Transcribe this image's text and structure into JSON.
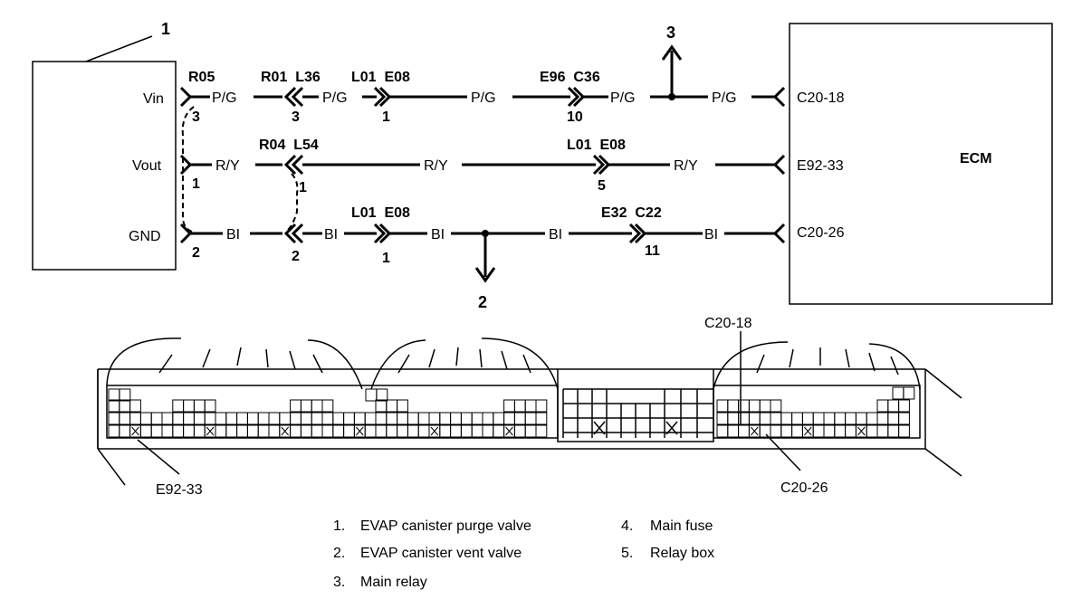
{
  "callouts": {
    "purge_valve": "1",
    "vent_valve": "2",
    "main_relay": "3"
  },
  "sensor_pins": {
    "vin": "Vin",
    "vout": "Vout",
    "gnd": "GND"
  },
  "ecm_label": "ECM",
  "wires": {
    "vin": {
      "conn1_code": "R05",
      "conn1_pin": "3",
      "conn2_codes": "R01  L36",
      "conn2_pin": "3",
      "conn3_codes": "L01  E08",
      "conn3_pin": "1",
      "conn4_codes": "E96  C36",
      "conn4_pin": "10",
      "color": "P/G",
      "ecm_terminal": "C20-18"
    },
    "vout": {
      "conn1_pin": "1",
      "conn2_codes": "R04  L54",
      "conn2_pin": "1",
      "conn3_codes": "L01  E08",
      "conn3_pin": "5",
      "color": "R/Y",
      "ecm_terminal": "E92-33"
    },
    "gnd": {
      "conn1_pin": "2",
      "conn2_pin": "2",
      "conn3_codes": "L01  E08",
      "conn3_pin": "1",
      "conn4_codes": "E32  C22",
      "conn4_pin": "11",
      "color": "BI",
      "ecm_terminal": "C20-26"
    }
  },
  "connector_view": {
    "label_left": "E92-33",
    "label_top_right": "C20-18",
    "label_bottom_right": "C20-26"
  },
  "legend": [
    {
      "num": "1.",
      "text": "EVAP canister purge valve"
    },
    {
      "num": "2.",
      "text": "EVAP canister vent valve"
    },
    {
      "num": "3.",
      "text": "Main relay"
    },
    {
      "num": "4.",
      "text": "Main fuse"
    },
    {
      "num": "5.",
      "text": "Relay box"
    }
  ]
}
